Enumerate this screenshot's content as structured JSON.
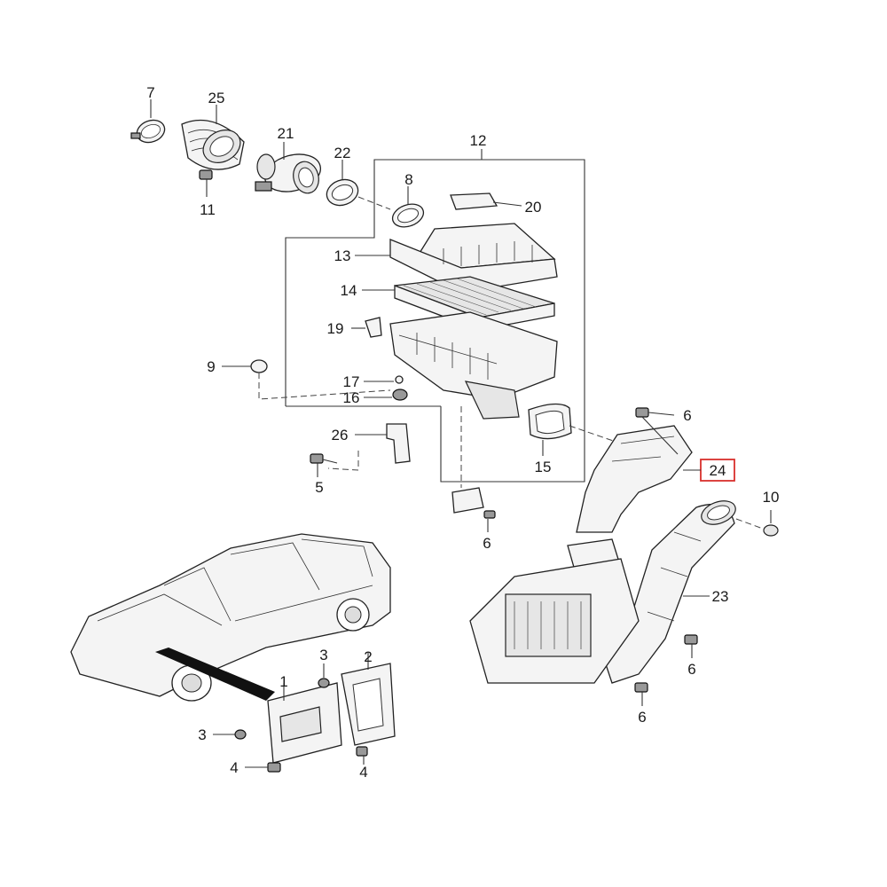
{
  "callouts": {
    "c1": "1",
    "c2": "2",
    "c3a": "3",
    "c3b": "3",
    "c4a": "4",
    "c4b": "4",
    "c5": "5",
    "c6a": "6",
    "c6b": "6",
    "c6c": "6",
    "c6d": "6",
    "c7": "7",
    "c8": "8",
    "c9": "9",
    "c10": "10",
    "c11": "11",
    "c12": "12",
    "c13": "13",
    "c14": "14",
    "c15": "15",
    "c16": "16",
    "c17": "17",
    "c19": "19",
    "c20": "20",
    "c21": "21",
    "c22": "22",
    "c23": "23",
    "c24": "24",
    "c25": "25",
    "c26": "26"
  },
  "highlight": {
    "part": "24",
    "color": "#d9302c"
  }
}
